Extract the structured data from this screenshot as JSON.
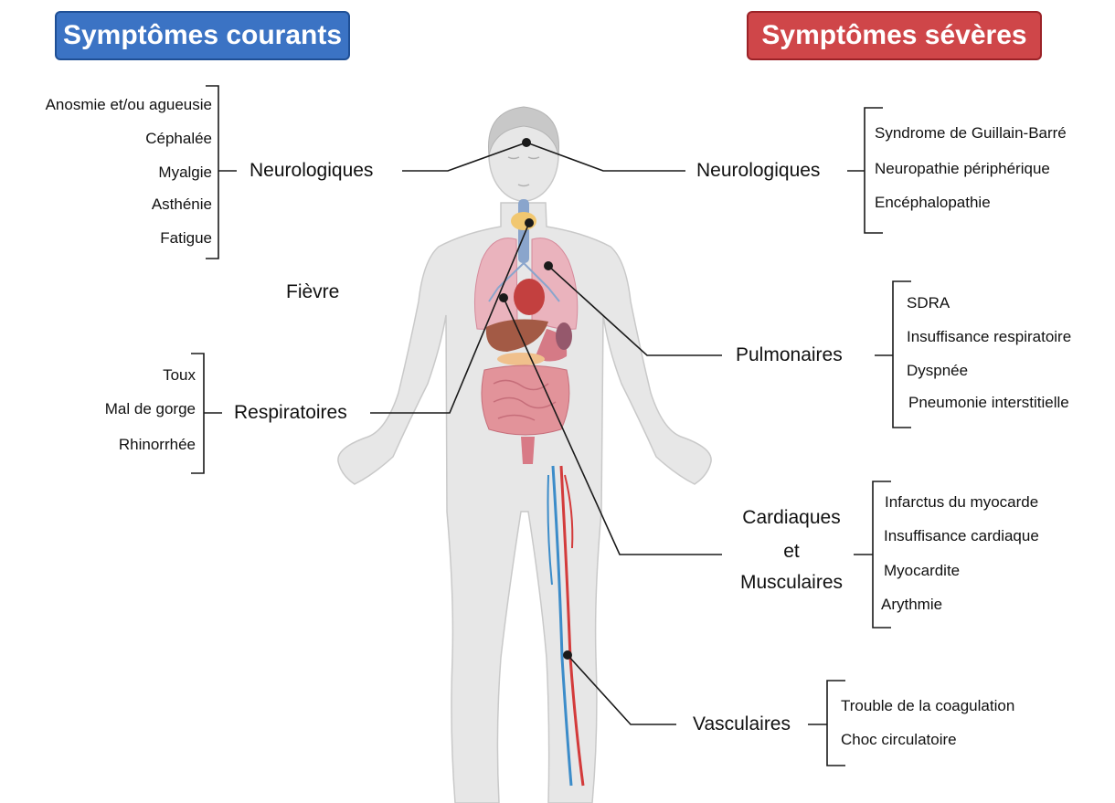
{
  "headers": {
    "common": "Symptômes courants",
    "severe": "Symptômes sévères"
  },
  "common": {
    "neuro": {
      "label": "Neurologiques",
      "items": [
        "Anosmie et/ou agueusie",
        "Céphalée",
        "Myalgie",
        "Asthénie",
        "Fatigue"
      ]
    },
    "fever": "Fièvre",
    "resp": {
      "label": "Respiratoires",
      "items": [
        "Toux",
        "Mal de gorge",
        "Rhinorrhée"
      ]
    }
  },
  "severe": {
    "neuro": {
      "label": "Neurologiques",
      "items": [
        "Syndrome de Guillain-Barré",
        "Neuropathie périphérique",
        "Encéphalopathie"
      ]
    },
    "pulm": {
      "label": "Pulmonaires",
      "items": [
        "SDRA",
        "Insuffisance respiratoire",
        "Dyspnée",
        "Pneumonie interstitielle"
      ]
    },
    "cardio": {
      "label_lines": [
        "Cardiaques",
        "et",
        "Musculaires"
      ],
      "items": [
        "Infarctus du myocarde",
        "Insuffisance cardiaque",
        "Myocardite",
        "Arythmie"
      ]
    },
    "vasc": {
      "label": "Vasculaires",
      "items": [
        "Trouble de la coagulation",
        "Choc circulatoire"
      ]
    }
  },
  "colors": {
    "common_header": "#3b73c4",
    "severe_header": "#cf4649",
    "body": "#e6e6e6",
    "lungs": "#e9aeb9",
    "intestine": "#e08e94",
    "liver": "#a35a45",
    "artery": "#d33b3b",
    "vein": "#3c8cc9"
  }
}
